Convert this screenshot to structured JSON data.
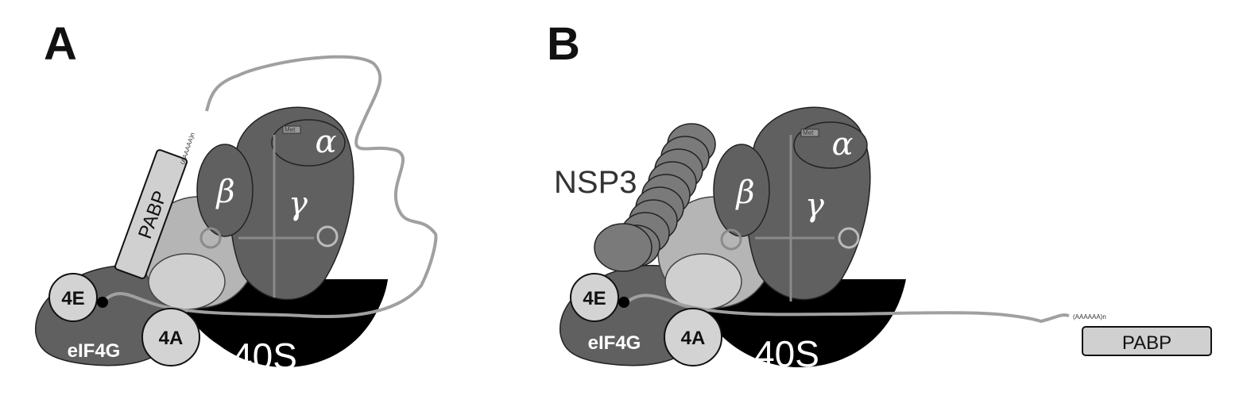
{
  "panels": [
    {
      "letter": "A",
      "labels": {
        "eif4g": "eIF4G",
        "e4e": "4E",
        "e4a": "4A",
        "s40": "40S",
        "pabp": "PABP",
        "polya": "(AAAAAA)n",
        "alpha": "α",
        "beta": "β",
        "gamma": "γ",
        "met": "Met"
      }
    },
    {
      "letter": "B",
      "labels": {
        "nsp3": "NSP3",
        "eif4g": "eIF4G",
        "e4e": "4E",
        "e4a": "4A",
        "s40": "40S",
        "pabp": "PABP",
        "polya": "(AAAAAA)n",
        "alpha": "α",
        "beta": "β",
        "gamma": "γ",
        "met": "Met"
      }
    }
  ],
  "colors": {
    "dark_gray": "#606060",
    "mid_gray": "#a8a8a8",
    "light_gray": "#cfcfcf",
    "ribosome_black": "#000000",
    "mrna_line": "#a0a0a0"
  }
}
